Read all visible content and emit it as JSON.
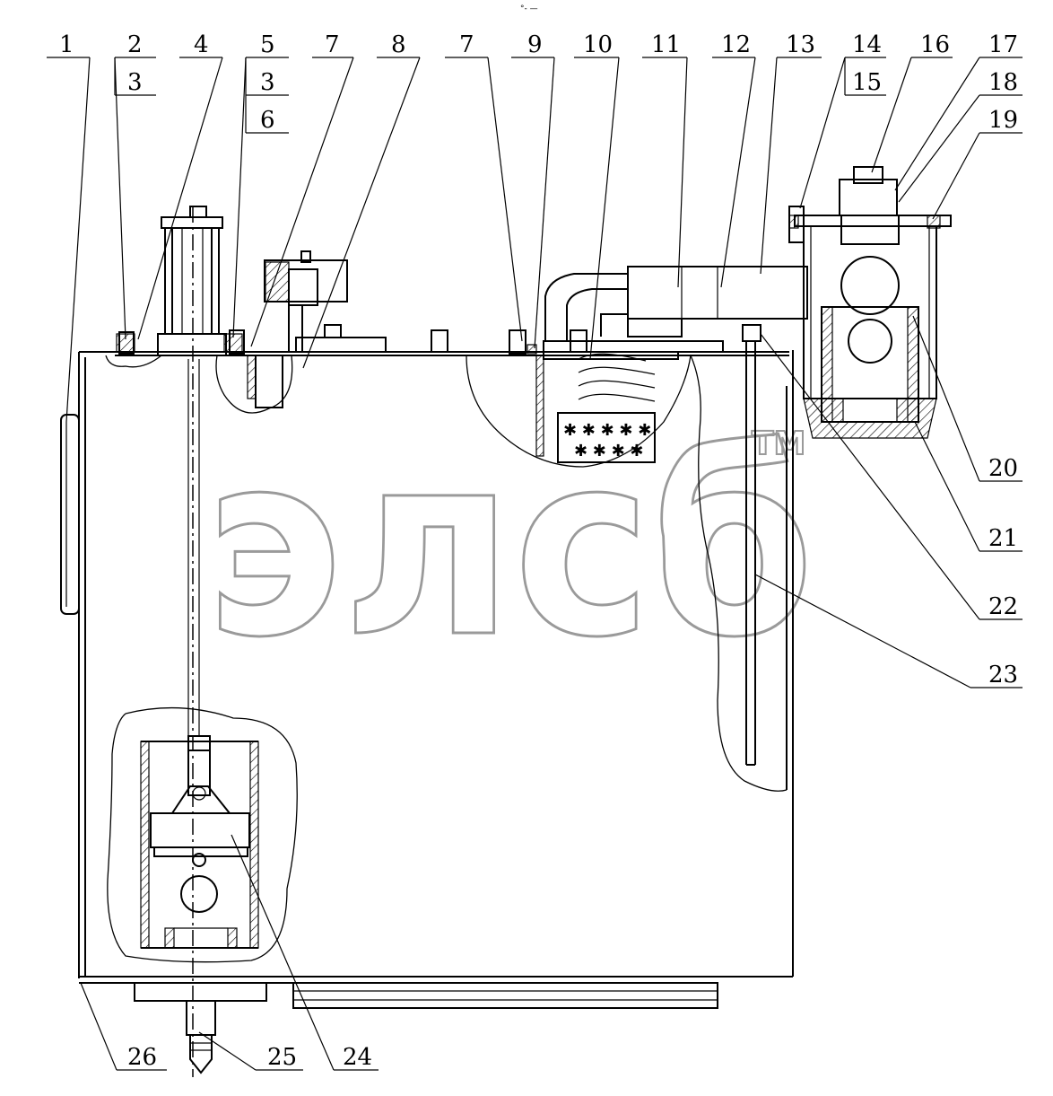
{
  "drawing": {
    "header_mark": "°- —",
    "watermark": "элсб",
    "trademark": "TM",
    "callouts_top": [
      "1",
      "2",
      "4",
      "5",
      "7",
      "8",
      "7",
      "9",
      "10",
      "11",
      "12",
      "13",
      "14",
      "16",
      "17"
    ],
    "callouts_sub": [
      "3",
      "3",
      "6",
      "15",
      "18",
      "19"
    ],
    "callouts_right": [
      "20",
      "21",
      "22",
      "23"
    ],
    "callouts_bottom": [
      "26",
      "25",
      "24"
    ]
  }
}
